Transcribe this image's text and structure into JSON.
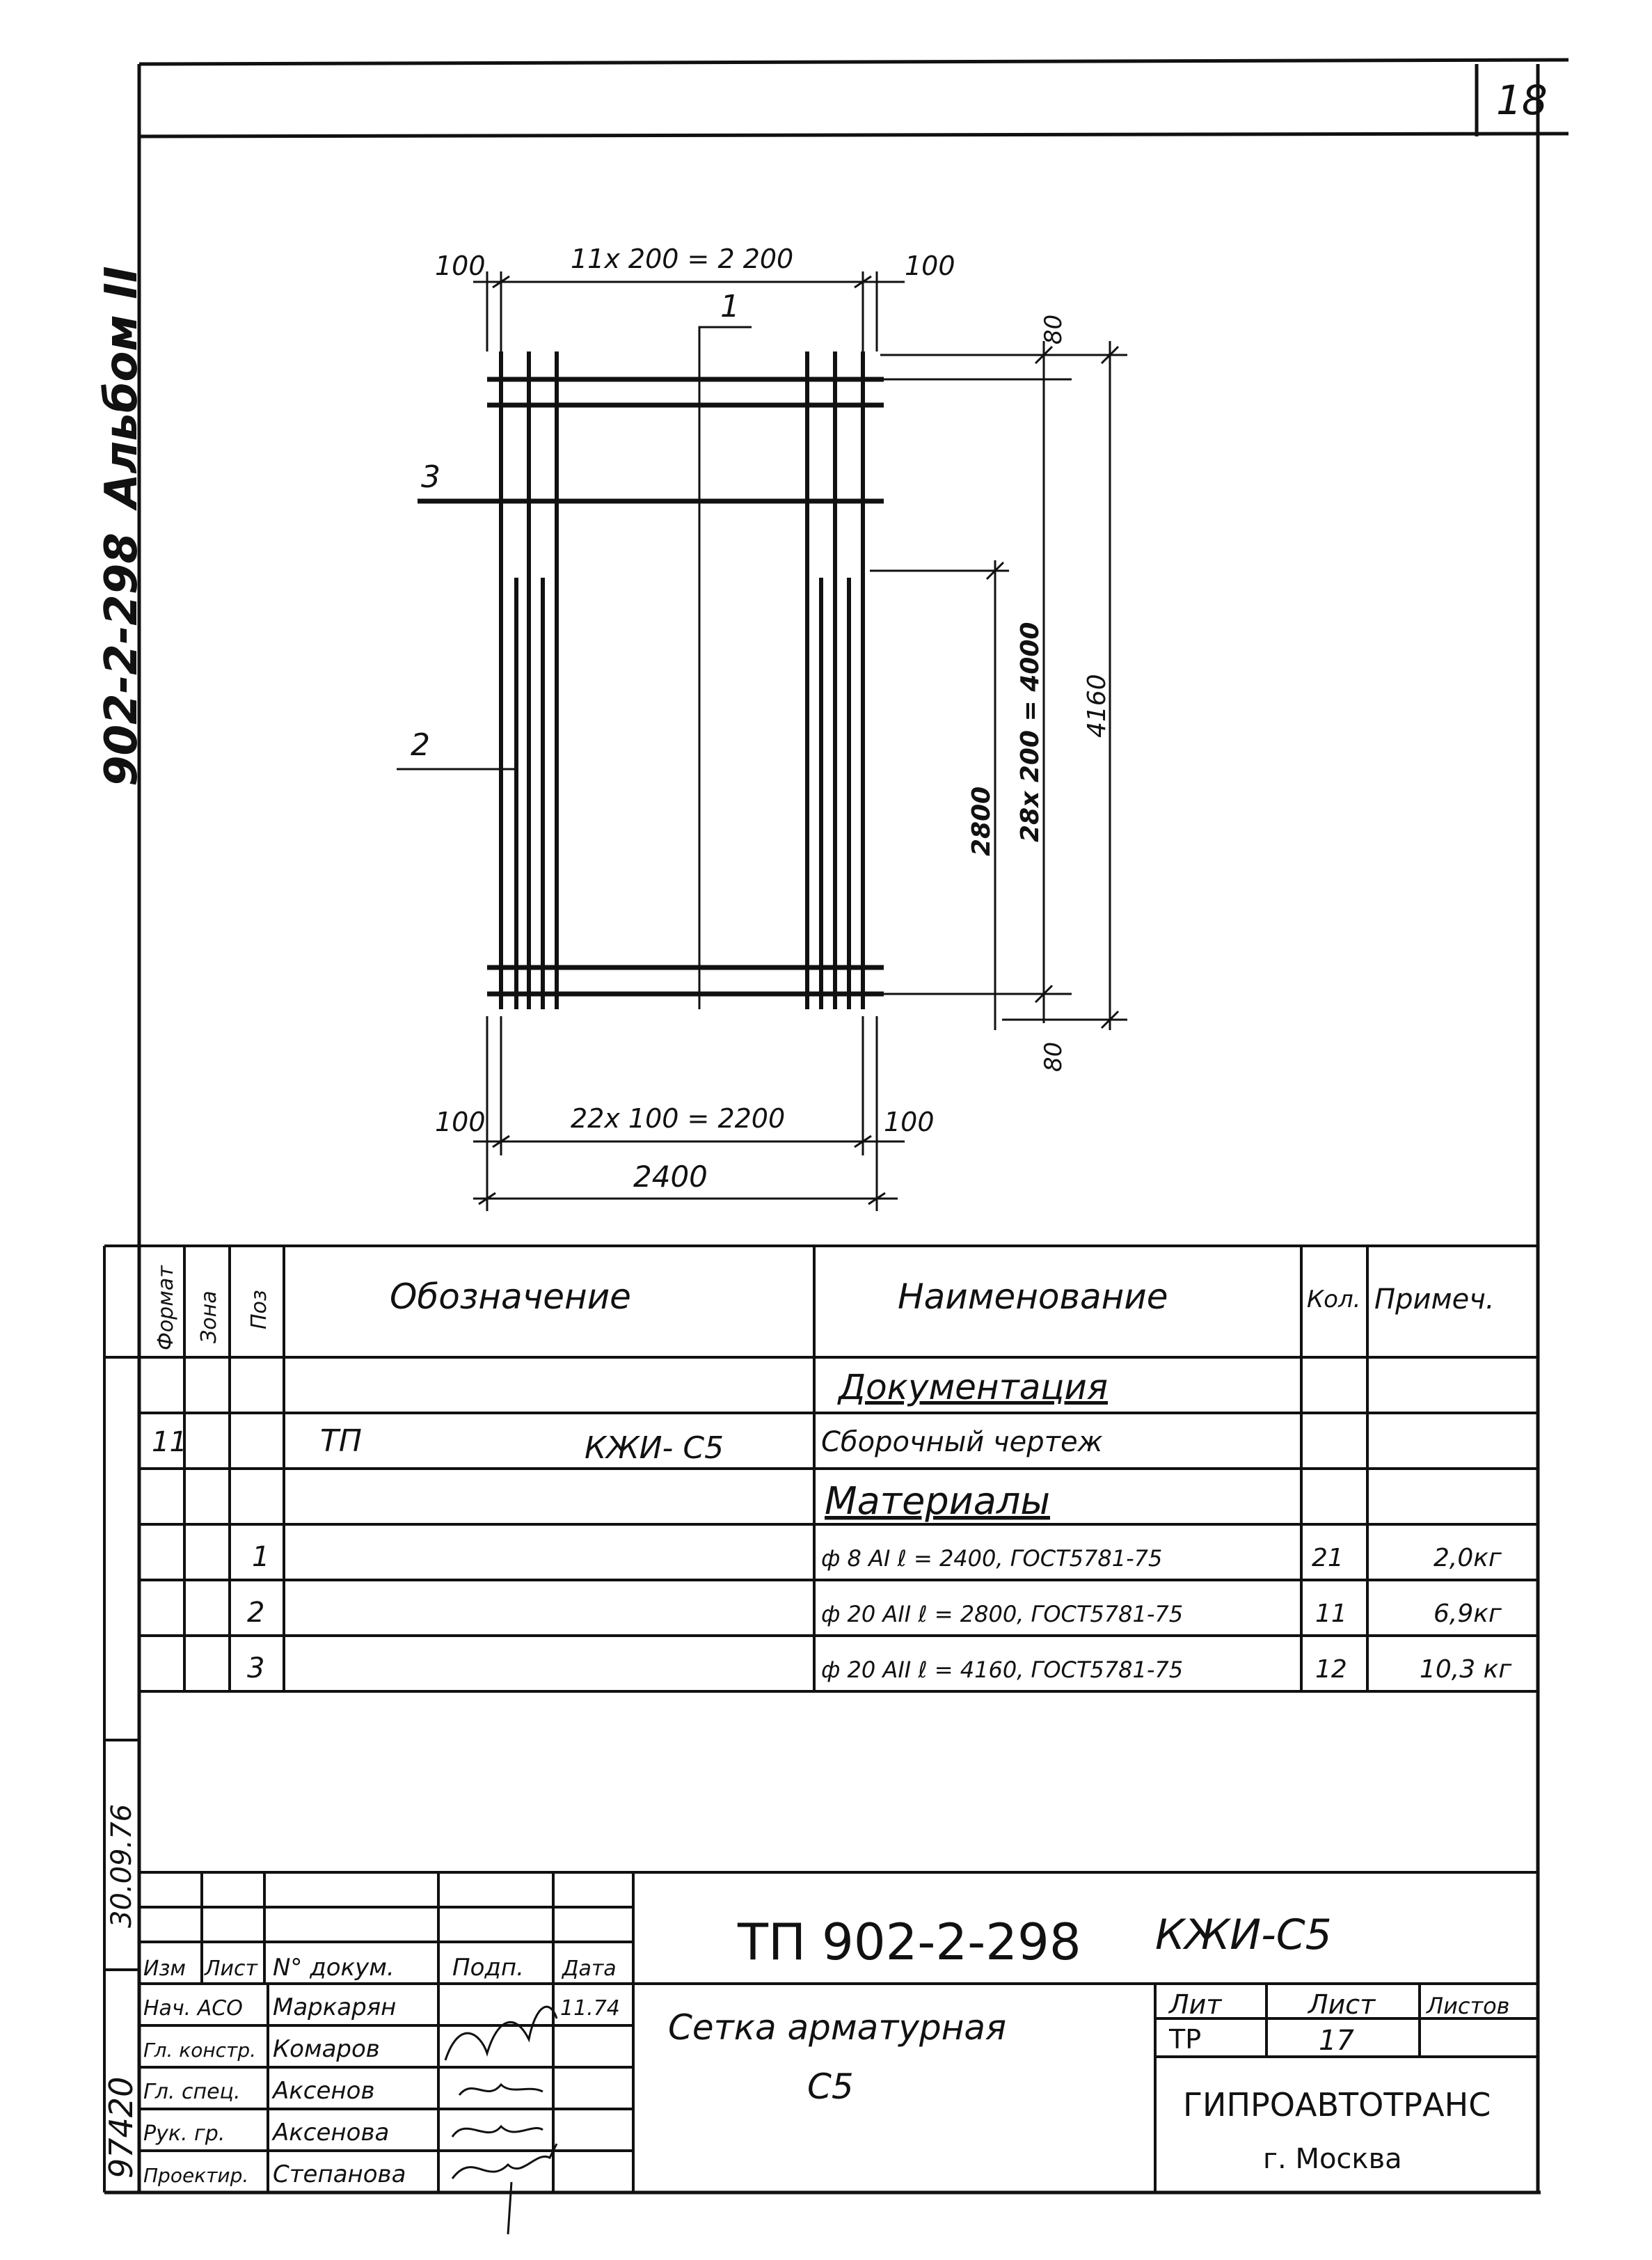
{
  "sheet": {
    "number": "18",
    "side_album": "Альбом II",
    "side_code": "902-2-298",
    "inventory_no": "97420",
    "inventory_date": "30.09.76"
  },
  "drawing": {
    "dim_top_left": "100",
    "dim_top_center": "11x 200 = 2 200",
    "dim_top_right": "100",
    "dim_bottom_left": "100",
    "dim_bottom_center": "22x 100 = 2200",
    "dim_bottom_right": "100",
    "dim_overall_width": "2400",
    "dim_right_top": "80",
    "dim_right_bottom": "80",
    "dim_inner_height": "2800",
    "dim_spacing_vertical": "28x 200 = 4000",
    "dim_overall_height": "4160",
    "pos_1": "1",
    "pos_2": "2",
    "pos_3": "3"
  },
  "spec": {
    "headers": {
      "format": "Формат",
      "zone": "Зона",
      "pos": "Поз",
      "designation": "Обозначение",
      "name": "Наименование",
      "qty": "Кол.",
      "note": "Примеч."
    },
    "rows": [
      {
        "format": "",
        "zone": "",
        "pos": "",
        "designation_a": "",
        "designation_b": "",
        "name": "Документация",
        "qty": "",
        "note": ""
      },
      {
        "format": "11",
        "zone": "",
        "pos": "",
        "designation_a": "ТП",
        "designation_b": "КЖИ- С5",
        "name": "Сборочный чертеж",
        "qty": "",
        "note": ""
      },
      {
        "format": "",
        "zone": "",
        "pos": "",
        "designation_a": "",
        "designation_b": "",
        "name": "Материалы",
        "qty": "",
        "note": ""
      },
      {
        "format": "",
        "zone": "",
        "pos": "1",
        "designation_a": "",
        "designation_b": "",
        "name": "ф 8 АI  ℓ = 2400, ГОСТ5781-75",
        "qty": "21",
        "note": "2,0кг"
      },
      {
        "format": "",
        "zone": "",
        "pos": "2",
        "designation_a": "",
        "designation_b": "",
        "name": "ф 20 АII  ℓ = 2800, ГОСТ5781-75",
        "qty": "11",
        "note": "6,9кг"
      },
      {
        "format": "",
        "zone": "",
        "pos": "3",
        "designation_a": "",
        "designation_b": "",
        "name": "ф 20 АII  ℓ = 4160, ГОСТ5781-75",
        "qty": "12",
        "note": "10,3 кг"
      }
    ]
  },
  "title_block": {
    "code": "ТП   902-2-298",
    "code_suffix": "КЖИ-С5",
    "col_headers": [
      "Изм",
      "Лист",
      "N° докум.",
      "Подп.",
      "Дата"
    ],
    "roles": [
      {
        "role": "Нач. АСО",
        "name": "Маркарян",
        "date": "11.74"
      },
      {
        "role": "Гл. констр.",
        "name": "Комаров",
        "date": ""
      },
      {
        "role": "Гл. спец.",
        "name": "Аксенов",
        "date": ""
      },
      {
        "role": "Рук. гр.",
        "name": "Аксенова",
        "date": ""
      },
      {
        "role": "Проектир.",
        "name": "Степанова",
        "date": ""
      }
    ],
    "title_line1": "Сетка  арматурная",
    "title_line2": "С5",
    "lit_label": "Лит",
    "sheet_label": "Лист",
    "sheets_label": "Листов",
    "lit_value": "ТР",
    "sheet_value": "17",
    "org": "ГИПРОАВТОТРАНС",
    "city": "г. Москва"
  }
}
